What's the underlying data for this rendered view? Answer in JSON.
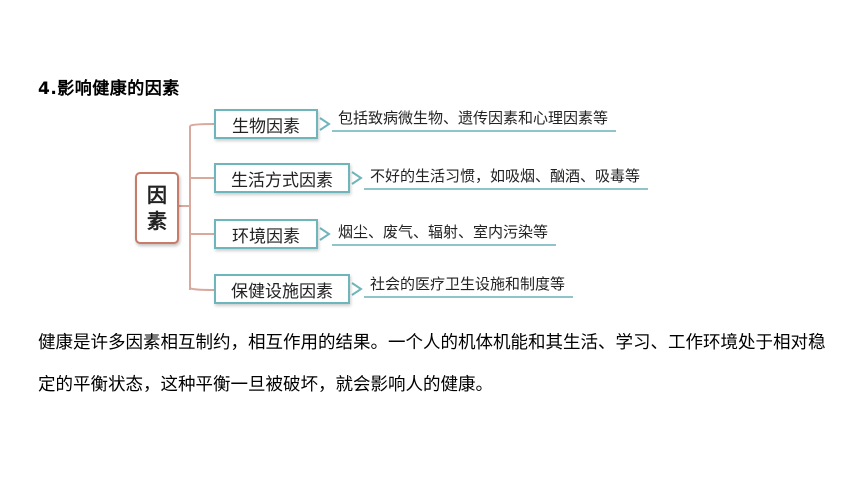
{
  "section_title": "4.影响健康的因素",
  "diagram": {
    "root": [
      "因",
      "素"
    ],
    "branches": [
      {
        "label": "生物因素",
        "description": "包括致病微生物、遗传因素和心理因素等"
      },
      {
        "label": "生活方式因素",
        "description": "不好的生活习惯，如吸烟、酗酒、吸毒等"
      },
      {
        "label": "环境因素",
        "description": "烟尘、废气、辐射、室内污染等"
      },
      {
        "label": "保健设施因素",
        "description": "社会的医疗卫生设施和制度等"
      }
    ],
    "colors": {
      "root_border": "#c97b6a",
      "node_border": "#6fb6bc",
      "connector": "#d9a99e",
      "underline": "#8fc4c9"
    }
  },
  "paragraph": "健康是许多因素相互制约，相互作用的结果。一个人的机体机能和其生活、学习、工作环境处于相对稳定的平衡状态，这种平衡一旦被破坏，就会影响人的健康。"
}
